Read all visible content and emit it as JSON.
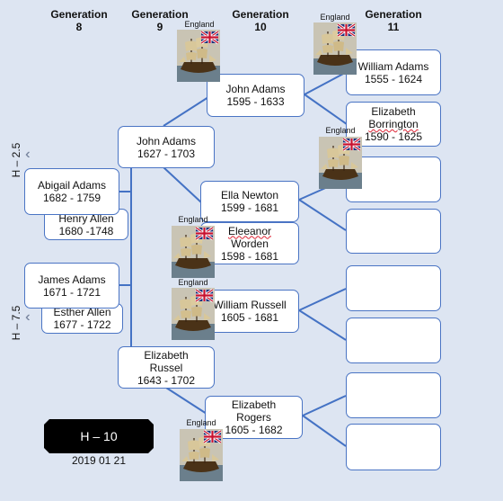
{
  "headers": [
    {
      "line1": "Generation",
      "line2": "8"
    },
    {
      "line1": "Generation",
      "line2": "9"
    },
    {
      "line1": "Generation",
      "line2": "10"
    },
    {
      "line1": "Generation",
      "line2": "11"
    }
  ],
  "people": {
    "abigail": {
      "name": "Abigail Adams",
      "dates": "1682 - 1759"
    },
    "henry": {
      "name": "Henry Allen",
      "dates": "1680 -1748"
    },
    "james": {
      "name": "James Adams",
      "dates": "1671 - 1721"
    },
    "esther": {
      "name": "Esther Allen",
      "dates": "1677 - 1722"
    },
    "john9": {
      "name": "John Adams",
      "dates": "1627 - 1703"
    },
    "elizabeth9_l1": "Elizabeth",
    "elizabeth9_l2": "Russel",
    "elizabeth9_dates": "1643 - 1702",
    "john10": {
      "name": "John Adams",
      "dates": "1595 - 1633"
    },
    "ella": {
      "name": "Ella Newton",
      "dates": "1599 - 1681"
    },
    "eleeanor_l1": "Eleeanor",
    "eleeanor_l2": "Worden",
    "eleeanor_dates": "1598 - 1681",
    "william10": {
      "name": "William Russell",
      "dates": "1605 - 1681"
    },
    "elizrogers_l1": "Elizabeth",
    "elizrogers_l2": "Rogers",
    "elizrogers_dates": "1605 - 1682",
    "william11": {
      "name": "William Adams",
      "dates": "1555 - 1624"
    },
    "borr_l1": "Elizabeth",
    "borr_l2": "Borrington",
    "borr_dates": "1590 - 1625"
  },
  "ship_label": "England",
  "side_labels": {
    "upper": "H – 2.5",
    "lower": "H – 7.5"
  },
  "plaque": "H – 10",
  "date": "2019 01 21",
  "colors": {
    "line": "#4472c4",
    "background": "#dde5f2"
  }
}
